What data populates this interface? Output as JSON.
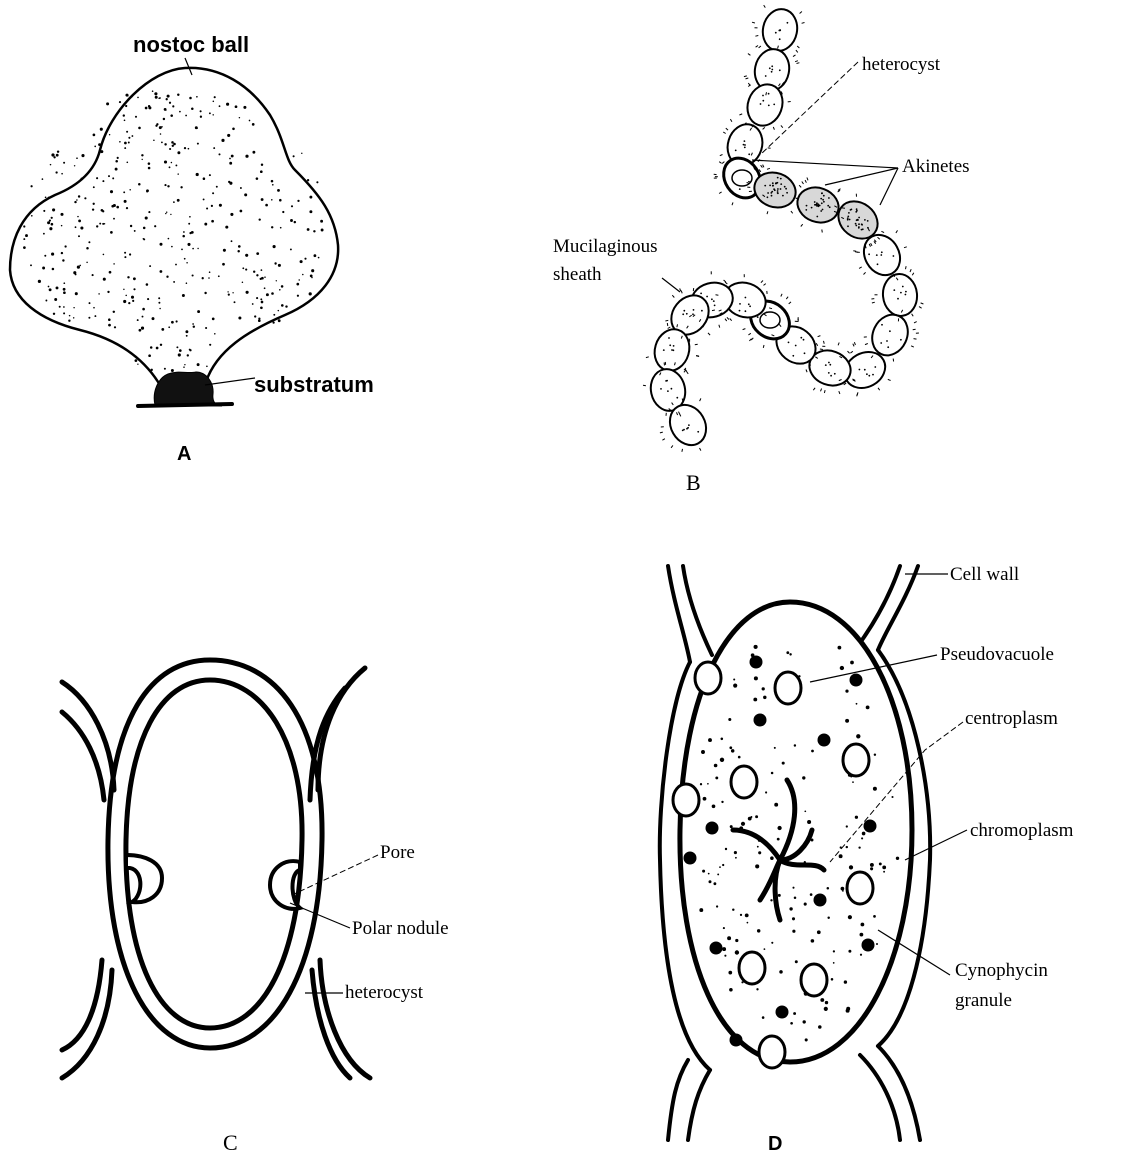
{
  "panels": {
    "A": {
      "letter": "A",
      "labels": {
        "nostoc_ball": "nostoc ball",
        "substratum": "substratum"
      }
    },
    "B": {
      "letter": "B",
      "labels": {
        "heterocyst": "heterocyst",
        "akinetes": "Akinetes",
        "sheath_line1": "Mucilaginous",
        "sheath_line2": "sheath"
      }
    },
    "C": {
      "letter": "C",
      "labels": {
        "pore": "Pore",
        "polar_nodule": "Polar nodule",
        "heterocyst": "heterocyst"
      }
    },
    "D": {
      "letter": "D",
      "labels": {
        "cell_wall": "Cell wall",
        "pseudovacuole": "Pseudovacuole",
        "centroplasm": "centroplasm",
        "chromoplasm": "chromoplasm",
        "cynophycin_line1": "Cynophycin",
        "cynophycin_line2": "granule"
      }
    }
  }
}
